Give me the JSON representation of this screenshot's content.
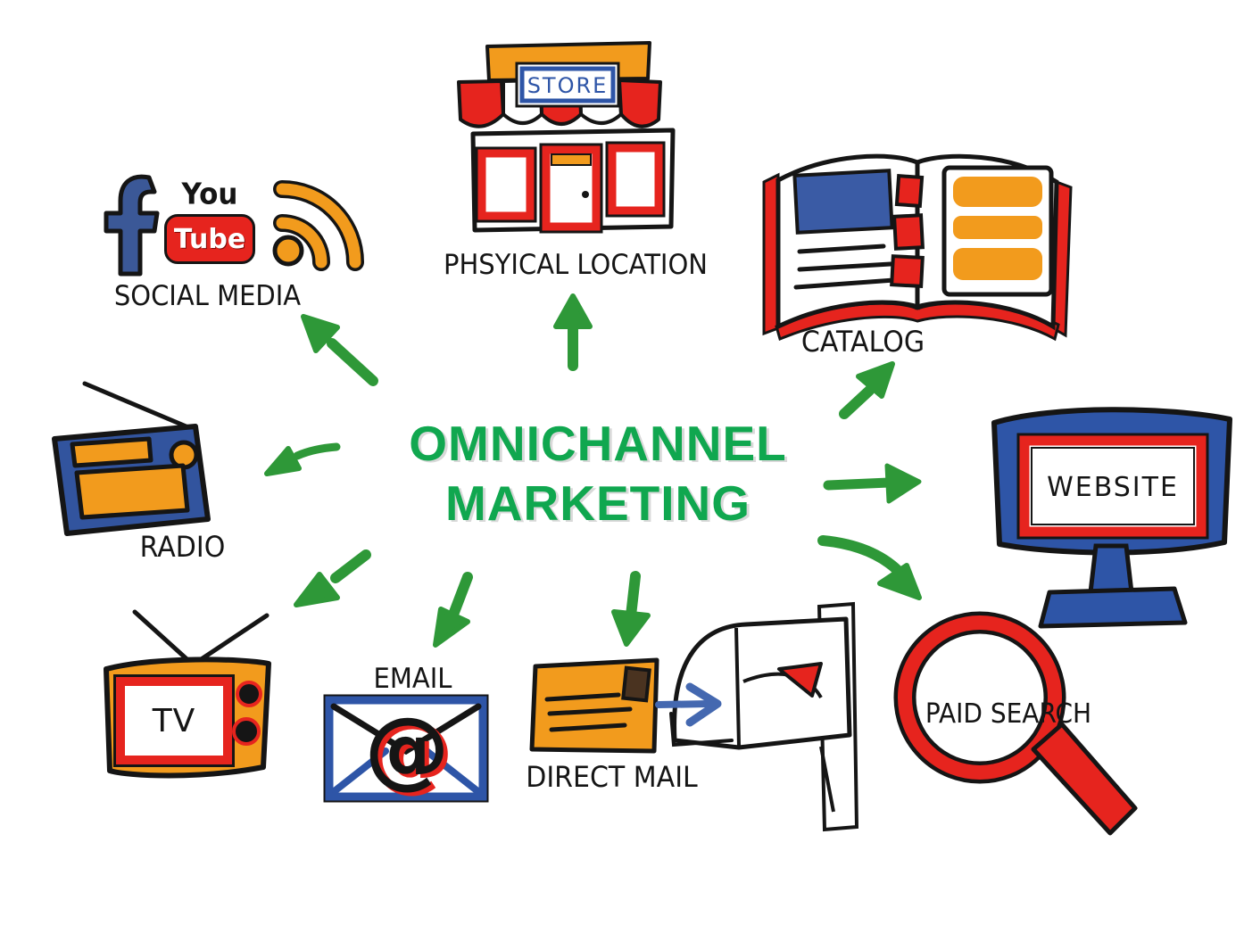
{
  "title": {
    "line1": "OMNICHANNEL",
    "line2": "MARKETING"
  },
  "colors": {
    "title_green": "#10A74F",
    "arrow_green": "#2E9838",
    "red": "#E6241E",
    "orange": "#F29B1D",
    "blue": "#2E55A7",
    "facebook_blue": "#3B5897",
    "outline_black": "#151515"
  },
  "channels": {
    "social_media": {
      "label": "SOCIAL MEDIA",
      "icons": [
        "facebook-icon",
        "youtube-icon",
        "rss-icon"
      ],
      "youtube_text_top": "You",
      "youtube_text_box": "Tube"
    },
    "physical_location": {
      "label": "PHSYICAL LOCATION",
      "sign_text": "STORE",
      "icon": "store-icon"
    },
    "catalog": {
      "label": "CATALOG",
      "icon": "open-catalog-book-icon"
    },
    "website": {
      "label": "WEBSITE",
      "icon": "monitor-icon"
    },
    "paid_search": {
      "label": "PAID SEARCH",
      "icon": "magnifier-icon"
    },
    "direct_mail": {
      "label": "DIRECT MAIL",
      "icons": [
        "envelope-icon",
        "right-arrow-icon",
        "mailbox-icon"
      ]
    },
    "email": {
      "label": "EMAIL",
      "at_symbol": "@",
      "icon": "email-envelope-icon"
    },
    "tv": {
      "label": "TV",
      "icon": "tv-icon"
    },
    "radio": {
      "label": "RADIO",
      "icon": "radio-icon"
    }
  },
  "arrows": [
    "to-social-media",
    "to-physical-location",
    "to-catalog",
    "to-website",
    "to-paid-search",
    "to-direct-mail",
    "to-email",
    "to-tv",
    "to-radio"
  ]
}
